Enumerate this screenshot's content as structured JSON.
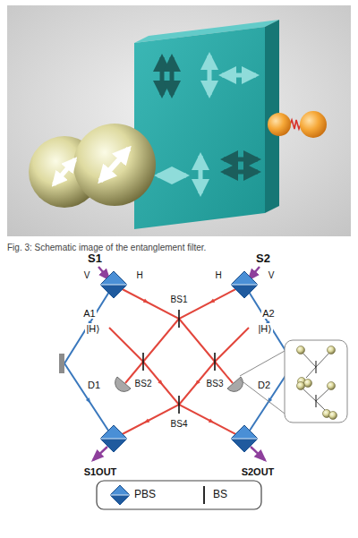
{
  "diagram": {
    "caption": "Fig. 3: Schematic image of the entanglement filter.",
    "labels": [
      "S1",
      "S2",
      "V",
      "H",
      "H",
      "V",
      "A1",
      "|H⟩",
      "A2",
      "|H⟩",
      "BS1",
      "D1",
      "BS2",
      "BS3",
      "D2",
      "BS4",
      "S1OUT",
      "S2OUT"
    ],
    "legend": [
      {
        "text": "PBS"
      },
      {
        "text": "BS"
      }
    ]
  }
}
